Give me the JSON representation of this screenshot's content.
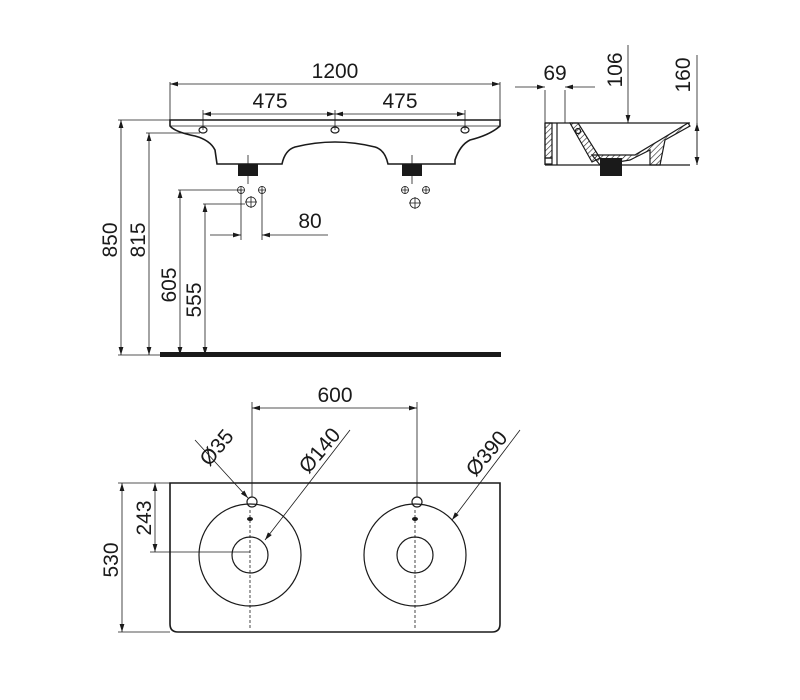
{
  "front_view": {
    "width": "1200",
    "tap_spacing_left": "475",
    "tap_spacing_right": "475",
    "height_top": "850",
    "height_rim": "815",
    "height_supply": "605",
    "height_drain": "555",
    "supply_offset": "80"
  },
  "side_view": {
    "wall_offset": "69",
    "drain_depth": "106",
    "total_depth": "160"
  },
  "top_view": {
    "bowl_spacing": "600",
    "tap_hole_diameter": "Ø35",
    "drain_diameter": "Ø140",
    "bowl_diameter": "Ø390",
    "depth": "530",
    "bowl_center_offset": "243"
  }
}
